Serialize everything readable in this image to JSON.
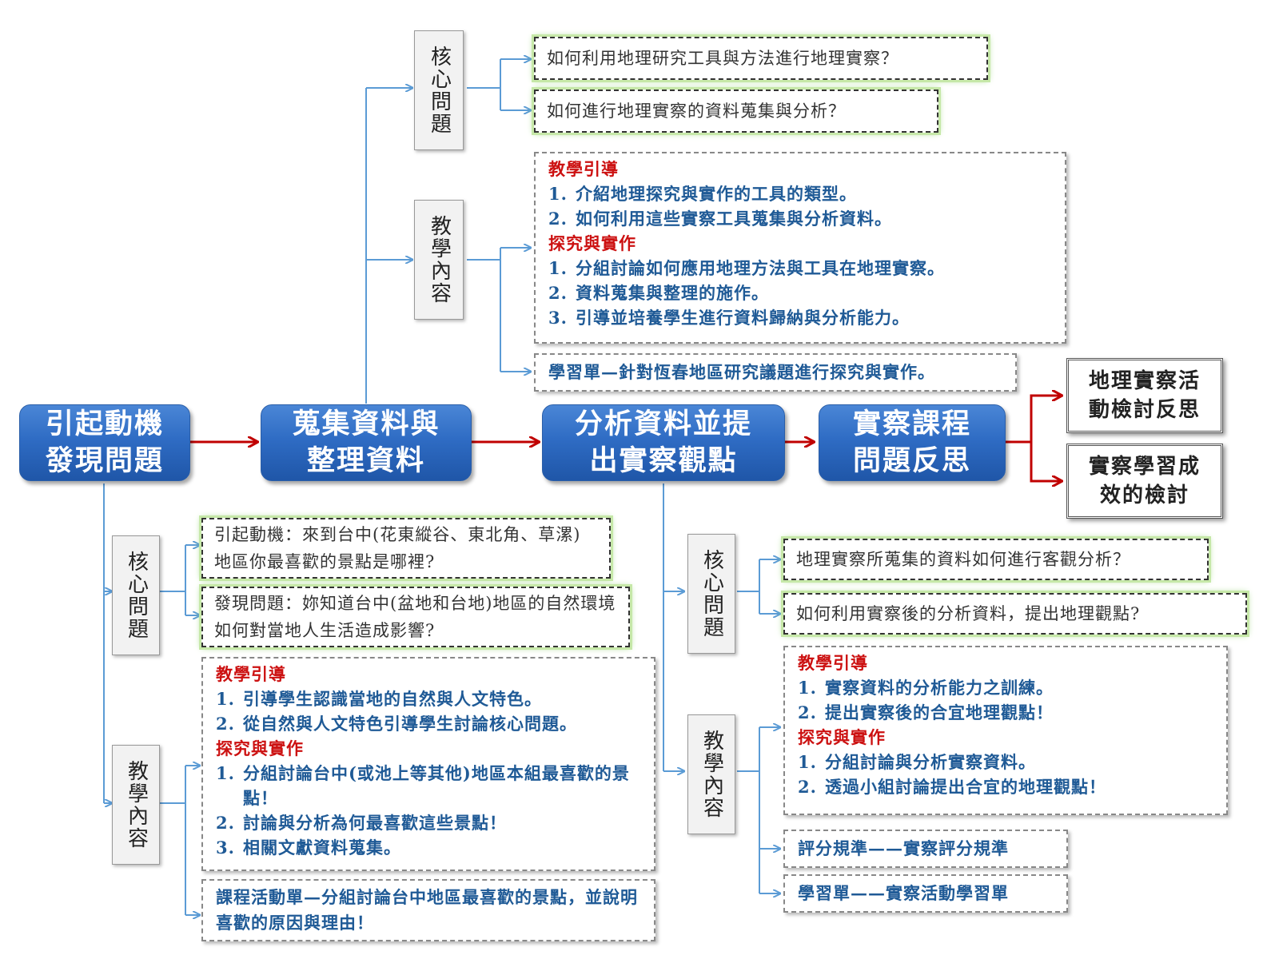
{
  "main_flow": [
    {
      "label": "引起動機\n發現問題"
    },
    {
      "label": "蒐集資料與\n整理資料"
    },
    {
      "label": "分析資料並提\n出實察觀點"
    },
    {
      "label": "實察課程\n問題反思"
    }
  ],
  "outcomes": [
    "地理實察活\n動檢討反思",
    "實察學習成\n效的檢討"
  ],
  "labels": {
    "core": "核心問題",
    "content": "教學內容"
  },
  "top_branch": {
    "questions": [
      "如何利用地理研究工具與方法進行地理實察？",
      "如何進行地理實察的資料蒐集與分析？"
    ],
    "content": {
      "heading1": "教學引導",
      "items1": [
        "介紹地理探究與實作的工具的類型。",
        "如何利用這些實察工具蒐集與分析資料。"
      ],
      "heading2": "探究與實作",
      "items2": [
        "分組討論如何應用地理方法與工具在地理實察。",
        "資料蒐集與整理的施作。",
        "引導並培養學生進行資料歸納與分析能力。"
      ]
    },
    "worksheet": "學習單—針對恆春地區研究議題進行探究與實作。"
  },
  "left_branch": {
    "questions": [
      "引起動機：來到台中(花東縱谷、東北角、草漯)地區你最喜歡的景點是哪裡?",
      "發現問題：妳知道台中(盆地和台地)地區的自然環境如何對當地人生活造成影響?"
    ],
    "content": {
      "heading1": "教學引導",
      "items1": [
        "引導學生認識當地的自然與人文特色。",
        "從自然與人文特色引導學生討論核心問題。"
      ],
      "heading2": "探究與實作",
      "items2": [
        "分組討論台中(或池上等其他)地區本組最喜歡的景點！",
        "討論與分析為何最喜歡這些景點！",
        "相關文獻資料蒐集。"
      ]
    },
    "worksheet": "課程活動單—分組討論台中地區最喜歡的景點，並說明喜歡的原因與理由！"
  },
  "right_branch": {
    "questions": [
      "地理實察所蒐集的資料如何進行客觀分析？",
      "如何利用實察後的分析資料，提出地理觀點?"
    ],
    "content": {
      "heading1": "教學引導",
      "items1": [
        "實察資料的分析能力之訓練。",
        "提出實察後的合宜地理觀點！"
      ],
      "heading2": "探究與實作",
      "items2": [
        "分組討論與分析實察資料。",
        "透過小組討論提出合宜的地理觀點！"
      ]
    },
    "rubric": "評分規準——實察評分規準",
    "worksheet": "學習單——實察活動學習單"
  },
  "colors": {
    "main_box": "#2f6cc4",
    "flow_arrow": "#c00000",
    "connector": "#5b9bd5",
    "heading": "#cc1111",
    "body_text": "#1f5a96",
    "question_glow": "#8fd16a"
  }
}
